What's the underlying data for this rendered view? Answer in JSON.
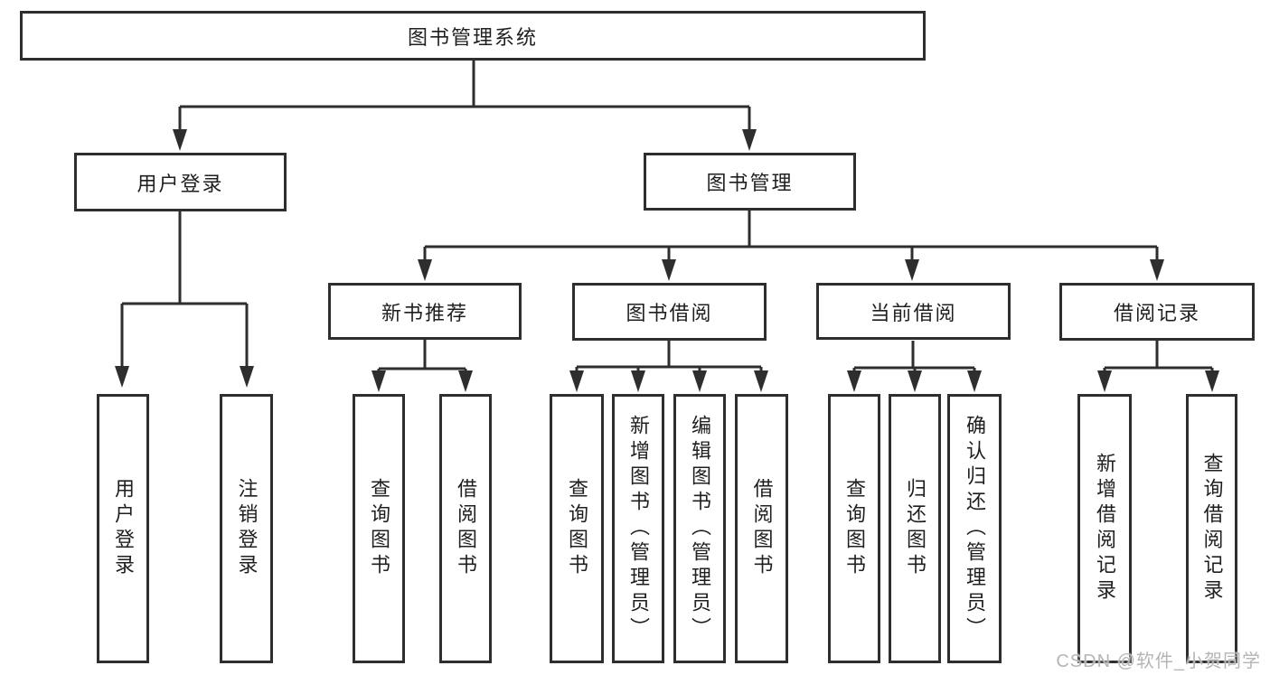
{
  "style": {
    "background": "#ffffff",
    "line_color": "#2e2e2e",
    "box_border_color": "#2e2e2e",
    "text_color": "#1f1f1f",
    "watermark_color": "#b5b5b5"
  },
  "watermark": {
    "text": "CSDN @软件_小贺同学"
  },
  "tree": {
    "label": "图书管理系统",
    "children": [
      {
        "label": "用户登录",
        "children": [
          {
            "label": "用户登录"
          },
          {
            "label": "注销登录"
          }
        ]
      },
      {
        "label": "图书管理",
        "children": [
          {
            "label": "新书推荐",
            "children": [
              {
                "label": "查询图书"
              },
              {
                "label": "借阅图书"
              }
            ]
          },
          {
            "label": "图书借阅",
            "children": [
              {
                "label": "查询图书"
              },
              {
                "label": "新增图书（管理员）"
              },
              {
                "label": "编辑图书（管理员）"
              },
              {
                "label": "借阅图书"
              }
            ]
          },
          {
            "label": "当前借阅",
            "children": [
              {
                "label": "查询图书"
              },
              {
                "label": "归还图书"
              },
              {
                "label": "确认归还（管理员）"
              }
            ]
          },
          {
            "label": "借阅记录",
            "children": [
              {
                "label": "新增借阅记录"
              },
              {
                "label": "查询借阅记录"
              }
            ]
          }
        ]
      }
    ]
  }
}
